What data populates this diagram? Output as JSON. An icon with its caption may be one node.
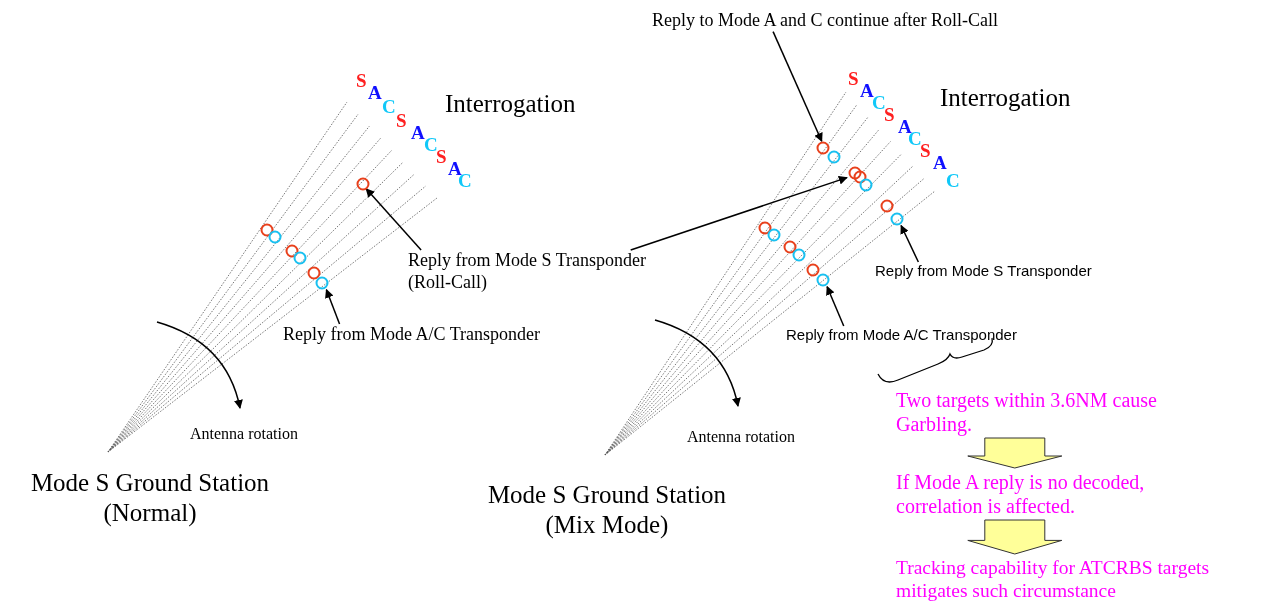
{
  "diagram": {
    "nodes": [
      {
        "text": [],
        "shape": "circle"
      },
      {
        "text": [],
        "shape": "circle"
      },
      {
        "text": [
          "Reply from Mode S Transponder (Roll-Call)"
        ]
      },
      {
        "text": [
          "Reply from Mode A/C Transponder"
        ]
      },
      {
        "text": [
          "Reply to Mode A and C continue after Roll-Call"
        ]
      },
      {
        "text": [],
        "shape": "circle"
      },
      {
        "text": [],
        "shape": "circle"
      },
      {
        "text": [],
        "shape": "circle"
      },
      {
        "text": [
          "Reply from Mode S Transponder"
        ]
      },
      {
        "text": [],
        "shape": "circle"
      },
      {
        "text": [
          "Reply from Mode A/C Transponder"
        ]
      },
      {
        "text": [
          "Two targets within 3.6NM cause Garbling."
        ]
      },
      {
        "text": [
          "If Mode A reply is no decoded, correlation is affected."
        ]
      },
      {
        "text": [
          "Tracking capability for ATCRBS targets mitigates such circumstance"
        ]
      }
    ],
    "edges": [
      {
        "from": 2,
        "to": 0,
        "arrow": "to"
      },
      {
        "from": 3,
        "to": 1,
        "arrow": "to"
      },
      {
        "from": 4,
        "to": 5,
        "arrow": "to"
      },
      {
        "from": 2,
        "to": 6,
        "arrow": "to"
      },
      {
        "from": 8,
        "to": 7,
        "arrow": "to"
      },
      {
        "from": 10,
        "to": 9,
        "arrow": "to"
      },
      {
        "from": 11,
        "to": 12,
        "arrow": "to",
        "style": "thick",
        "color": "#ffff99"
      },
      {
        "from": 12,
        "to": 13,
        "arrow": "to",
        "style": "thick",
        "color": "#ffff99"
      }
    ],
    "labels": [
      "S",
      "A",
      "C",
      "S",
      "A",
      "C",
      "S",
      "A",
      "C",
      "Interrogation",
      "Antenna rotation",
      "Mode S Ground Station (Normal)",
      "S",
      "A",
      "C",
      "S",
      "A",
      "C",
      "S",
      "A",
      "C",
      "Interrogation",
      "Antenna rotation",
      "Mode S Ground Station (Mix Mode)"
    ]
  }
}
